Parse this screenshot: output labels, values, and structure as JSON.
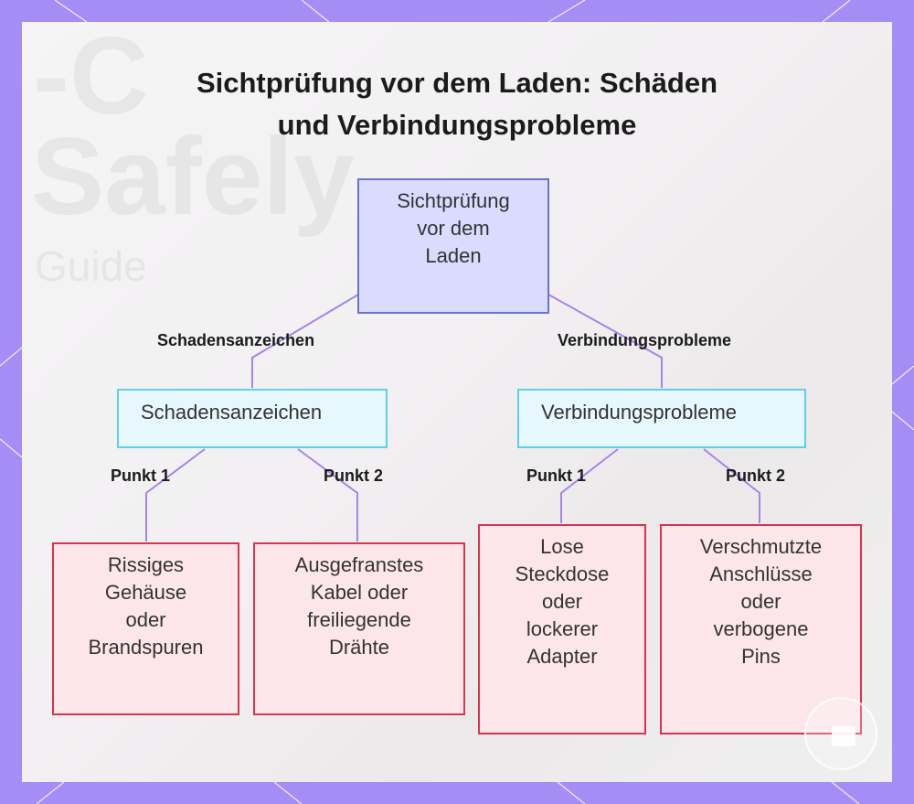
{
  "title": {
    "line1": "Sichtprüfung vor dem Laden: Schäden",
    "line2": "und Verbindungsprobleme"
  },
  "background_text": {
    "c": "-C",
    "safely": "Safely",
    "guide": "Guide"
  },
  "root": {
    "lines": [
      "Sichtprüfung",
      "vor dem",
      "Laden"
    ]
  },
  "branches": [
    {
      "edge_label": "Schadensanzeichen",
      "node": "Schadensanzeichen",
      "children": [
        {
          "edge_label": "Punkt 1",
          "lines": [
            "Rissiges",
            "Gehäuse",
            "oder",
            "Brandspuren"
          ]
        },
        {
          "edge_label": "Punkt 2",
          "lines": [
            "Ausgefranstes",
            "Kabel oder",
            "freiliegende",
            "Drähte"
          ]
        }
      ]
    },
    {
      "edge_label": "Verbindungsprobleme",
      "node": "Verbindungsprobleme",
      "children": [
        {
          "edge_label": "Punkt 1",
          "lines": [
            "Lose",
            "Steckdose",
            "oder",
            "lockerer",
            "Adapter"
          ]
        },
        {
          "edge_label": "Punkt 2",
          "lines": [
            "Verschmutzte",
            "Anschlüsse",
            "oder",
            "verbogene",
            "Pins"
          ]
        }
      ]
    }
  ],
  "colors": {
    "frame": "#a48df5",
    "edge": "#a585e8",
    "root_fill": "#d9dcff",
    "root_border": "#6d71c7",
    "mid_fill": "#e6f7fd",
    "mid_border": "#5fd0e6",
    "leaf_fill": "#fde6ea",
    "leaf_border": "#d9334e"
  },
  "icons": {
    "logo": "watermark-logo-icon"
  }
}
